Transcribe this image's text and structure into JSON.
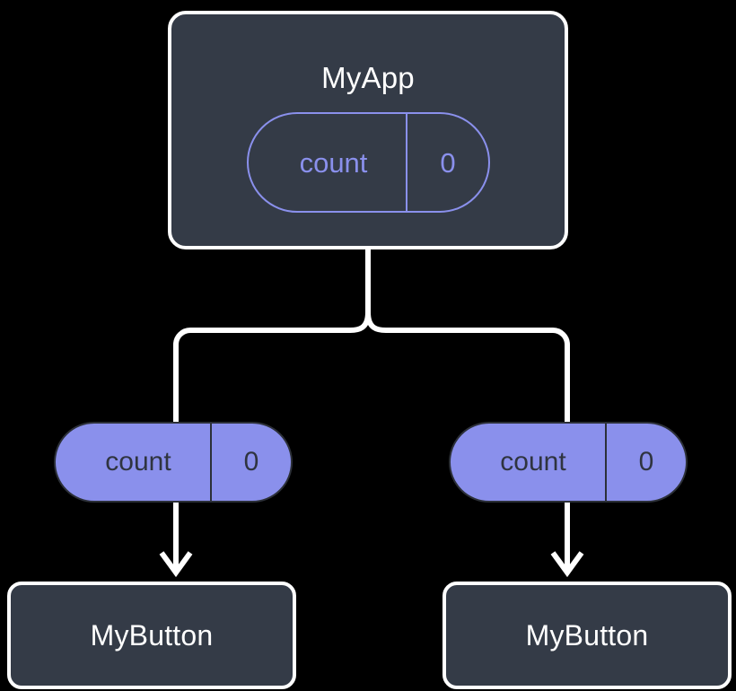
{
  "diagram": {
    "title_semantics": "widget-state-propagation-tree",
    "background_color": "#000000",
    "node_fill": "#343B47",
    "node_border": "#FFFFFF",
    "accent": "#8A90EC",
    "accent_text_on_fill": "#2F3440",
    "connector_color": "#FFFFFF"
  },
  "root": {
    "label": "MyApp",
    "state": {
      "key": "count",
      "value": "0"
    }
  },
  "branches": [
    {
      "state": {
        "key": "count",
        "value": "0"
      },
      "leaf": {
        "label": "MyButton"
      }
    },
    {
      "state": {
        "key": "count",
        "value": "0"
      },
      "leaf": {
        "label": "MyButton"
      }
    }
  ]
}
